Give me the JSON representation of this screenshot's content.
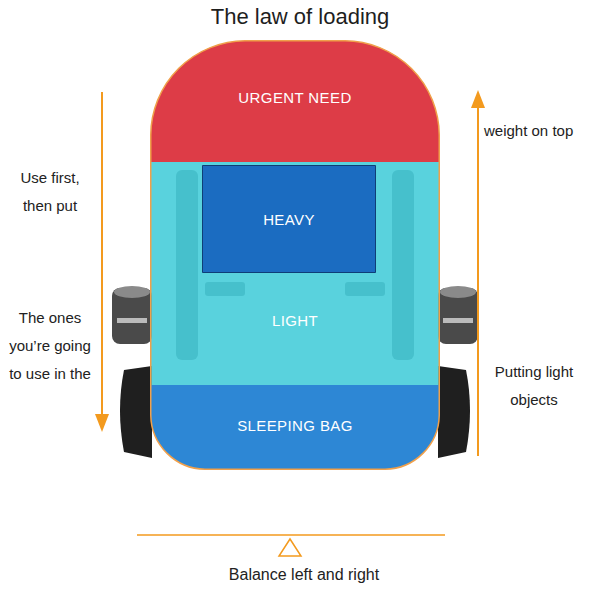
{
  "diagram": {
    "title": "The law of loading",
    "nodes": [
      {
        "text": [
          "URGENT NEED"
        ]
      },
      {
        "text": [
          "LIGHT"
        ]
      },
      {
        "text": [
          "HEAVY"
        ],
        "in": 1
      },
      {
        "text": [
          "SLEEPING BAG"
        ]
      }
    ],
    "labels": [
      "Use first, then put",
      "The ones you’re going to use in the",
      "weight on top",
      "Putting light objects",
      "Balance left and right"
    ]
  }
}
